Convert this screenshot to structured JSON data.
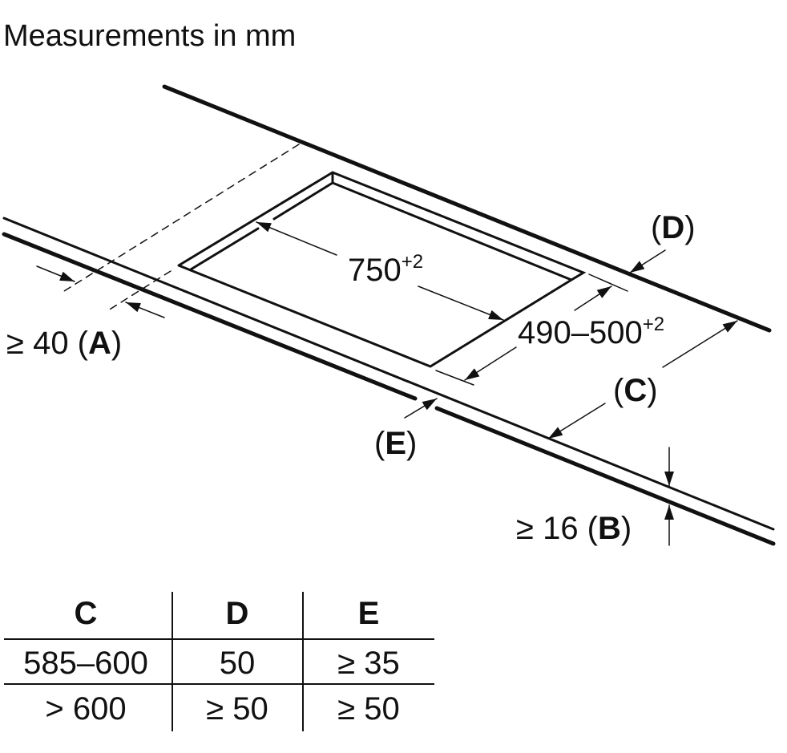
{
  "title": "Measurements in mm",
  "labels": {
    "a": {
      "prefix": "≥ 40 (",
      "letter": "A",
      "suffix": ")"
    },
    "b": {
      "prefix": "≥ 16 (",
      "letter": "B",
      "suffix": ")"
    },
    "c": {
      "prefix": "(",
      "letter": "C",
      "suffix": ")"
    },
    "d": {
      "prefix": "(",
      "letter": "D",
      "suffix": ")"
    },
    "e": {
      "prefix": "(",
      "letter": "E",
      "suffix": ")"
    },
    "length": {
      "value": "750",
      "tolerance": "+2"
    },
    "depth": {
      "value": "490–500",
      "tolerance": "+2"
    }
  },
  "table": {
    "headers": [
      "C",
      "D",
      "E"
    ],
    "rows": [
      [
        "585–600",
        "50",
        "≥ 35"
      ],
      [
        "> 600",
        "≥ 50",
        "≥ 50"
      ]
    ]
  }
}
